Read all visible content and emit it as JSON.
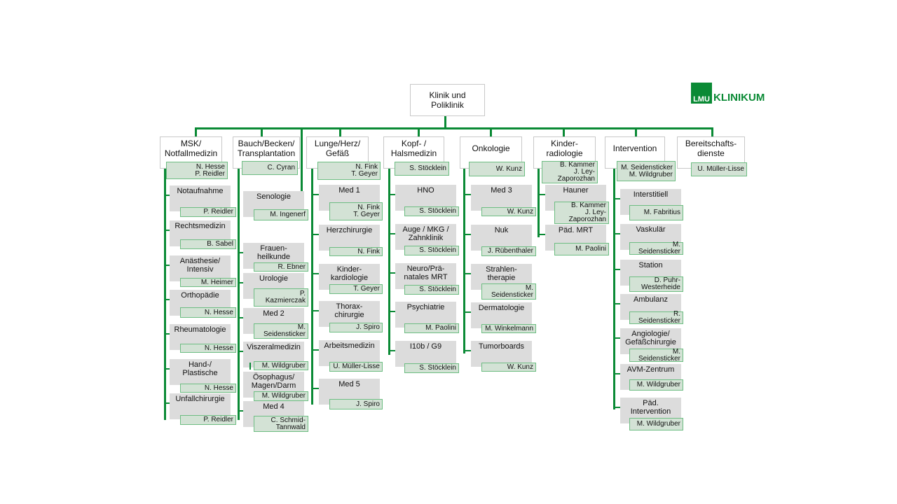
{
  "root": "Klinik und\nPoliklinik",
  "logo": {
    "mark": "LMU",
    "word": "KLINIKUM",
    "color": "#0a8a35"
  },
  "columns": [
    {
      "head": "MSK/\nNotfallmedizin",
      "lead": "N. Hesse\nP. Reidler",
      "units": [
        {
          "name": "Notaufnahme",
          "lead": "P. Reidler"
        },
        {
          "name": "Rechtsmedizin",
          "lead": "B. Sabel"
        },
        {
          "name": "Anästhesie/\nIntensiv",
          "lead": "M. Heimer"
        },
        {
          "name": "Orthopädie",
          "lead": "N. Hesse"
        },
        {
          "name": "Rheumatologie",
          "lead": "N. Hesse"
        },
        {
          "name": "Hand-/\nPlastische",
          "lead": "N. Hesse"
        },
        {
          "name": "Unfallchirurgie",
          "lead": "P. Reidler"
        }
      ]
    },
    {
      "head": "Bauch/Becken/\nTransplantation",
      "lead": "C. Cyran",
      "units": [
        {
          "name": "Senologie",
          "lead": "M. Ingenerf"
        },
        {
          "name": "Frauen-\nheilkunde",
          "lead": "R. Ebner"
        },
        {
          "name": "Urologie",
          "lead": "P.\nKazmierczak"
        },
        {
          "name": "Med 2",
          "lead": "M.\nSeidensticker"
        },
        {
          "name": "Viszeralmedizin",
          "lead": "M. Wildgruber"
        },
        {
          "name": "Ösophagus/\nMagen/Darm",
          "lead": "M. Wildgruber"
        },
        {
          "name": "Med 4",
          "lead": "C. Schmid-\nTannwald"
        }
      ]
    },
    {
      "head": "Lunge/Herz/\nGefäß",
      "lead": "N.  Fink\nT. Geyer",
      "units": [
        {
          "name": "Med 1",
          "lead": "N.  Fink\nT. Geyer"
        },
        {
          "name": "Herzchirurgie",
          "lead": "N. Fink"
        },
        {
          "name": "Kinder-\nkardiologie",
          "lead": "T. Geyer"
        },
        {
          "name": "Thorax-\nchirurgie",
          "lead": "J. Spiro"
        },
        {
          "name": "Arbeitsmedizin",
          "lead": "U. Müller-Lisse"
        },
        {
          "name": "Med 5",
          "lead": "J. Spiro"
        }
      ]
    },
    {
      "head": "Kopf- /\nHalsmedizin",
      "lead": "S. Stöcklein",
      "units": [
        {
          "name": "HNO",
          "lead": "S. Stöcklein"
        },
        {
          "name": "Auge / MKG /\nZahnklinik",
          "lead": "S. Stöcklein"
        },
        {
          "name": "Neuro/Prä-\nnatales MRT",
          "lead": "S. Stöcklein"
        },
        {
          "name": "Psychiatrie",
          "lead": "M. Paolini"
        },
        {
          "name": "I10b / G9",
          "lead": "S. Stöcklein"
        }
      ]
    },
    {
      "head": "Onkologie",
      "lead": "W. Kunz",
      "units": [
        {
          "name": "Med 3",
          "lead": "W. Kunz"
        },
        {
          "name": "Nuk",
          "lead": "J. Rübenthaler"
        },
        {
          "name": "Strahlen-\ntherapie",
          "lead": "M. Seidensticker"
        },
        {
          "name": "Dermatologie",
          "lead": "M. Winkelmann"
        },
        {
          "name": "Tumorboards",
          "lead": "W. Kunz"
        }
      ]
    },
    {
      "head": "Kinder-\nradiologie",
      "lead": "B. Kammer\nJ. Ley-\nZaporozhan",
      "units": [
        {
          "name": "Hauner",
          "lead": "B. Kammer\nJ. Ley-\nZaporozhan"
        },
        {
          "name": "Päd. MRT",
          "lead": "M. Paolini"
        }
      ]
    },
    {
      "head": "Intervention",
      "lead": "M. Seidensticker\nM. Wildgruber",
      "units": [
        {
          "name": "Interstitiell",
          "lead": "M. Fabritius"
        },
        {
          "name": "Vaskulär",
          "lead": "M. Seidensticker"
        },
        {
          "name": "Station",
          "lead": "D. Puhr-\nWesterheide"
        },
        {
          "name": "Ambulanz",
          "lead": "R. Seidensticker"
        },
        {
          "name": "Angiologie/\nGefäßchirurgie",
          "lead": "M. Seidensticker"
        },
        {
          "name": "AVM-Zentrum",
          "lead": "M. Wildgruber"
        },
        {
          "name": "Päd.\nIntervention",
          "lead": "M. Wildgruber"
        }
      ]
    },
    {
      "head": "Bereitschafts-\ndienste",
      "lead": "U. Müller-Lisse",
      "units": []
    }
  ]
}
